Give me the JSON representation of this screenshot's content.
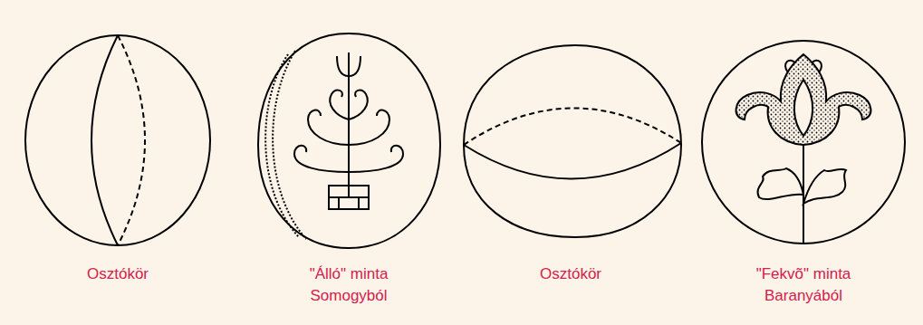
{
  "diagram": {
    "labels": [
      "Osztókör",
      "\"Álló\" minta Somogyból",
      "Osztókör",
      "\"Fekvõ\" minta Baranyából"
    ]
  }
}
